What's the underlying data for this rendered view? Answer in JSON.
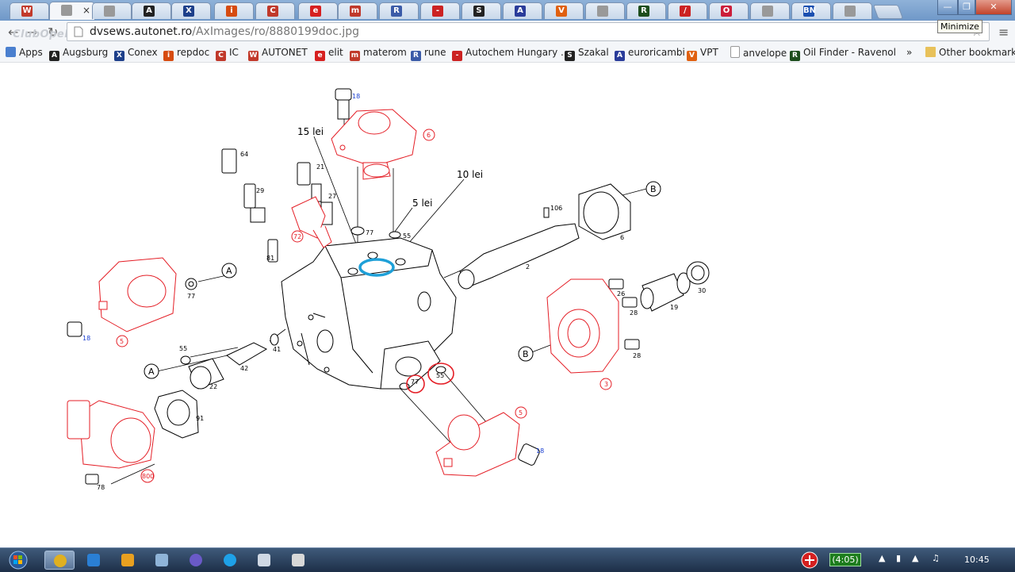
{
  "browser": {
    "tabs": [
      {
        "icon": "w-icon",
        "color": "#c23a2b",
        "letter": "W"
      },
      {
        "icon": "page-icon",
        "color": "#999999",
        "letter": ""
      },
      {
        "icon": "page-icon",
        "color": "#999999",
        "letter": ""
      },
      {
        "icon": "ai-icon",
        "color": "#222222",
        "letter": "A"
      },
      {
        "icon": "x-icon",
        "color": "#1d3f8a",
        "letter": "X"
      },
      {
        "icon": "info-icon",
        "color": "#d64b10",
        "letter": "i"
      },
      {
        "icon": "ic-icon",
        "color": "#c0392b",
        "letter": "C"
      },
      {
        "icon": "elit-icon",
        "color": "#d62020",
        "letter": "e"
      },
      {
        "icon": "materom-icon",
        "color": "#c0392b",
        "letter": "m"
      },
      {
        "icon": "rune-icon",
        "color": "#3b5ba8",
        "letter": "R"
      },
      {
        "icon": "autochem-icon",
        "color": "#cc2222",
        "letter": "-"
      },
      {
        "icon": "szakal-icon",
        "color": "#222222",
        "letter": "S"
      },
      {
        "icon": "euroricambi-icon",
        "color": "#2a3c9a",
        "letter": "A"
      },
      {
        "icon": "vpt-icon",
        "color": "#e06010",
        "letter": "V"
      },
      {
        "icon": "page-icon",
        "color": "#999999",
        "letter": ""
      },
      {
        "icon": "oilfinder-icon",
        "color": "#1d4d1d",
        "letter": "R"
      },
      {
        "icon": "redmark-icon",
        "color": "#cc2222",
        "letter": "/"
      },
      {
        "icon": "opera-icon",
        "color": "#cc1e3a",
        "letter": "O"
      },
      {
        "icon": "page-icon",
        "color": "#999999",
        "letter": ""
      },
      {
        "icon": "bn-icon",
        "color": "#1a4fb0",
        "letter": "BN"
      },
      {
        "icon": "page-icon",
        "color": "#999999",
        "letter": ""
      }
    ],
    "url_host": "dvsews.autonet.ro",
    "url_path": "/AxImages/ro/8880199doc.jpg",
    "tooltip": "Minimize",
    "watermark": "ClubOpel.ro"
  },
  "bookmarks": {
    "items": [
      {
        "label": "Apps",
        "icon": "apps-grid-icon",
        "color": "#4a7fcf",
        "letter": ""
      },
      {
        "label": "Augsburg",
        "icon": "ai-icon",
        "color": "#222222",
        "letter": "A"
      },
      {
        "label": "Conex",
        "icon": "x-icon",
        "color": "#1d3f8a",
        "letter": "X"
      },
      {
        "label": "repdoc",
        "icon": "info-icon",
        "color": "#d64b10",
        "letter": "i"
      },
      {
        "label": "IC",
        "icon": "ic-icon",
        "color": "#c0392b",
        "letter": "C"
      },
      {
        "label": "AUTONET",
        "icon": "w-icon",
        "color": "#c23a2b",
        "letter": "W"
      },
      {
        "label": "elit",
        "icon": "elit-icon",
        "color": "#d62020",
        "letter": "e"
      },
      {
        "label": "materom",
        "icon": "materom-icon",
        "color": "#c0392b",
        "letter": "m"
      },
      {
        "label": "rune",
        "icon": "rune-icon",
        "color": "#3b5ba8",
        "letter": "R"
      },
      {
        "label": "Autochem Hungary ...",
        "icon": "autochem-icon",
        "color": "#cc2222",
        "letter": "-"
      },
      {
        "label": "Szakal",
        "icon": "szakal-icon",
        "color": "#222222",
        "letter": "S"
      },
      {
        "label": "euroricambi",
        "icon": "euroricambi-icon",
        "color": "#2a3c9a",
        "letter": "A"
      },
      {
        "label": "VPT",
        "icon": "vpt-icon",
        "color": "#e06010",
        "letter": "V"
      },
      {
        "label": "anvelope",
        "icon": "page-icon",
        "color": "#999999",
        "letter": ""
      },
      {
        "label": "Oil Finder - Ravenol",
        "icon": "oilfinder-icon",
        "color": "#1d4d1d",
        "letter": "R"
      }
    ],
    "overflow": "»",
    "other": "Other bookmarks"
  },
  "diagram": {
    "annotations": {
      "a15": "15 lei",
      "a10": "10 lei",
      "a5": "5 lei"
    },
    "labels": {
      "p18a": "18",
      "p6a": "6",
      "p64": "64",
      "p29": "29",
      "p21": "21",
      "p27": "27",
      "p77a": "77",
      "p55a": "55",
      "p72": "72",
      "p81": "81",
      "pA1": "A",
      "p77b": "77",
      "p18b": "18",
      "p5b": "5",
      "p106": "106",
      "pBtop": "B",
      "p6b": "6",
      "p2": "2",
      "p26a": "26",
      "p28a": "28",
      "p19": "19",
      "p30": "30",
      "pBmid": "B",
      "p28b": "28",
      "p3": "3",
      "p55b": "55",
      "p41": "41",
      "pA2": "A",
      "p42": "42",
      "p22": "22",
      "p91": "91",
      "p800": "800",
      "p78": "78",
      "p77c": "77",
      "p55c": "55",
      "p5c": "5",
      "p18c": "18"
    }
  },
  "taskbar": {
    "battery_text": "(4:05)",
    "clock": "10:45",
    "apps": [
      {
        "icon": "chrome-icon",
        "color": "#e0b020",
        "active": true
      },
      {
        "icon": "ie-icon",
        "color": "#2a7fd4",
        "active": false
      },
      {
        "icon": "media-player-icon",
        "color": "#e8a020",
        "active": false
      },
      {
        "icon": "window-icon",
        "color": "#8fb4d8",
        "active": false
      },
      {
        "icon": "ecopy-icon",
        "color": "#6a5ac8",
        "active": false
      },
      {
        "icon": "skype-icon",
        "color": "#1ea1e8",
        "active": false
      },
      {
        "icon": "document-icon",
        "color": "#cfd8e4",
        "active": false
      },
      {
        "icon": "piano-icon",
        "color": "#d8d8d8",
        "active": false
      }
    ]
  }
}
